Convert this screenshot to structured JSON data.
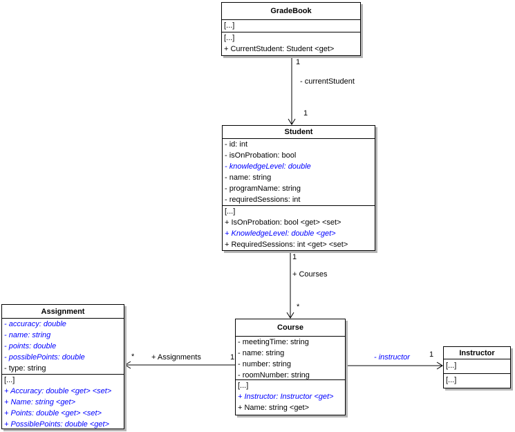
{
  "classes": {
    "gradebook": {
      "title": "GradeBook",
      "attr_rows": [
        "[...]"
      ],
      "op_rows": [
        "[...]",
        "+ CurrentStudent: Student <get>"
      ]
    },
    "student": {
      "title": "Student",
      "attr_rows": [
        "- id: int",
        "- isOnProbation: bool",
        "- knowledgeLevel: double",
        "- name: string",
        "- programName: string",
        "- requiredSessions: int"
      ],
      "op_rows": [
        "[...]",
        "+ IsOnProbation: bool <get> <set>",
        "+ KnowledgeLevel: double <get>",
        "+ RequiredSessions: int <get> <set>"
      ]
    },
    "assignment": {
      "title": "Assignment",
      "attr_rows": [
        "- accuracy: double",
        "- name: string",
        "- points: double",
        "- possiblePoints: double",
        "- type: string"
      ],
      "op_rows": [
        "[...]",
        "+ Accuracy: double <get> <set>",
        "+ Name: string <get>",
        "+ Points: double <get> <set>",
        "+ PossiblePoints: double <get>"
      ]
    },
    "course": {
      "title": "Course",
      "attr_rows": [
        "- meetingTime: string",
        "- name: string",
        "- number: string",
        "- roomNumber: string"
      ],
      "op_rows": [
        "[...]",
        "+ Instructor: Instructor <get>",
        "+ Name: string <get>"
      ]
    },
    "instructor": {
      "title": "Instructor",
      "attr_rows": [
        "[...]"
      ],
      "op_rows": [
        "[...]"
      ]
    }
  },
  "associations": {
    "gradebook_student": {
      "source_mult": "1",
      "label": "- currentStudent",
      "target_mult": "1"
    },
    "student_course": {
      "source_mult": "1",
      "label": "+ Courses",
      "target_mult": "*"
    },
    "course_assignment": {
      "source_mult": "1",
      "label": "+ Assignments",
      "target_mult": "*"
    },
    "course_instructor": {
      "source_mult": "1",
      "label": "- instructor",
      "target_mult": "1"
    }
  },
  "colors": {
    "member_text": "#000000",
    "emphasized_member_text": "#0000ff",
    "box_fill": "#ffffff",
    "box_border": "#000000",
    "box_shadow": "#b5b5b5",
    "edge_line": "#000000",
    "background": "#ffffff"
  }
}
